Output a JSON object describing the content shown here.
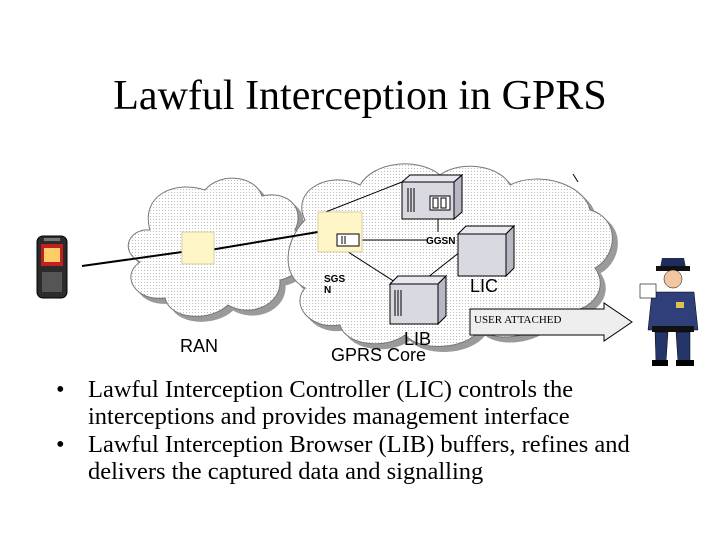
{
  "slide": {
    "title": "Lawful Interception in GPRS"
  },
  "diagram": {
    "ggsn_label": "GGSN",
    "sgsn_label_line1": "SGS",
    "sgsn_label_line2": "N",
    "lic_label": "LIC",
    "lib_label": "LIB",
    "ran_label": "RAN",
    "core_label": "GPRS Core",
    "arrow_label": "USER ATTACHED"
  },
  "bullets": [
    "Lawful Interception Controller (LIC) controls the interceptions and provides management interface",
    "Lawful Interception Browser (LIB) buffers, refines and delivers the captured data and signalling"
  ],
  "colors": {
    "node_fill": "#fff6c8",
    "device_fill": "#d9d9dc",
    "arrow_fill": "#eeeeee",
    "police_blue": "#2e3f7a"
  }
}
